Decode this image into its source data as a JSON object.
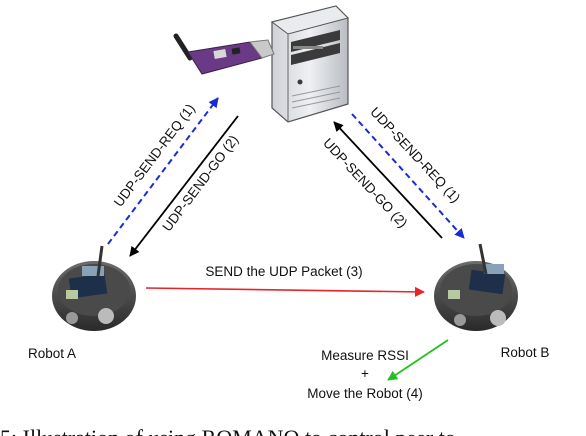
{
  "nodes": {
    "robot_a": {
      "label": "Robot A"
    },
    "robot_b": {
      "label": "Robot B"
    }
  },
  "edges": {
    "a_send_req": {
      "label": "UDP-SEND-REQ (1)",
      "color": "#1a2bd6"
    },
    "a_send_go": {
      "label": "UDP-SEND-GO (2)",
      "color": "#000000"
    },
    "b_send_go": {
      "label": "UDP-SEND-GO (2)",
      "color": "#000000"
    },
    "b_send_req": {
      "label": "UDP-SEND-REQ (1)",
      "color": "#1a2bd6"
    },
    "udp_packet": {
      "label": "SEND the UDP Packet (3)",
      "color": "#e8242b"
    },
    "rssi": {
      "label_line1": "Measure RSSI",
      "label_plus": "+",
      "label_line2": "Move the Robot (4)",
      "color": "#1fc21f"
    }
  },
  "caption": "5: Illustration of using ROMANO to control peer to"
}
